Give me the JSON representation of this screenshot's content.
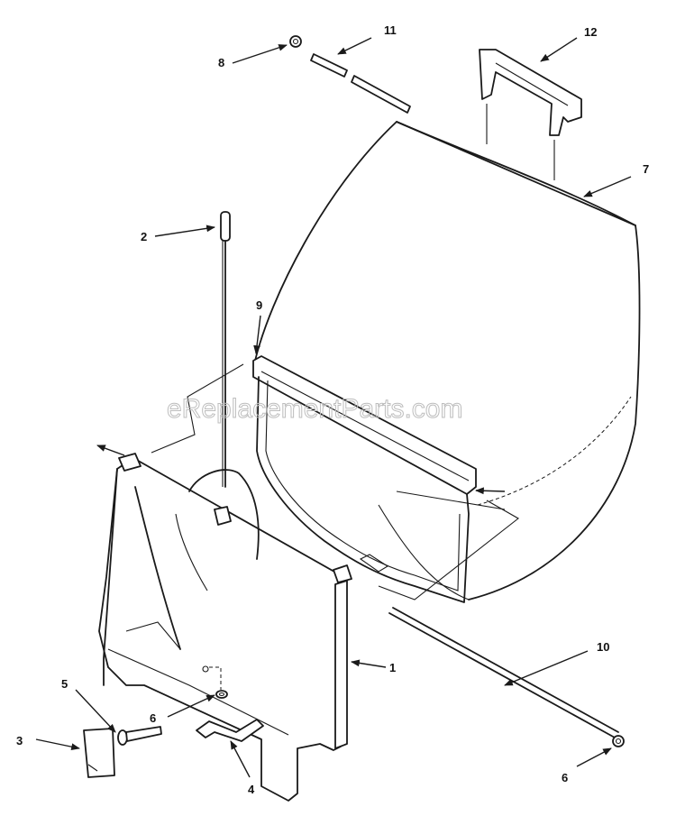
{
  "watermark": "eReplacementParts.com",
  "callouts": [
    {
      "id": "1",
      "label": "1"
    },
    {
      "id": "2",
      "label": "2"
    },
    {
      "id": "3",
      "label": "3"
    },
    {
      "id": "4",
      "label": "4"
    },
    {
      "id": "5",
      "label": "5"
    },
    {
      "id": "6a",
      "label": "6"
    },
    {
      "id": "6b",
      "label": "6"
    },
    {
      "id": "7",
      "label": "7"
    },
    {
      "id": "8",
      "label": "8"
    },
    {
      "id": "9",
      "label": "9"
    },
    {
      "id": "10",
      "label": "10"
    },
    {
      "id": "11",
      "label": "11"
    },
    {
      "id": "12",
      "label": "12"
    }
  ]
}
